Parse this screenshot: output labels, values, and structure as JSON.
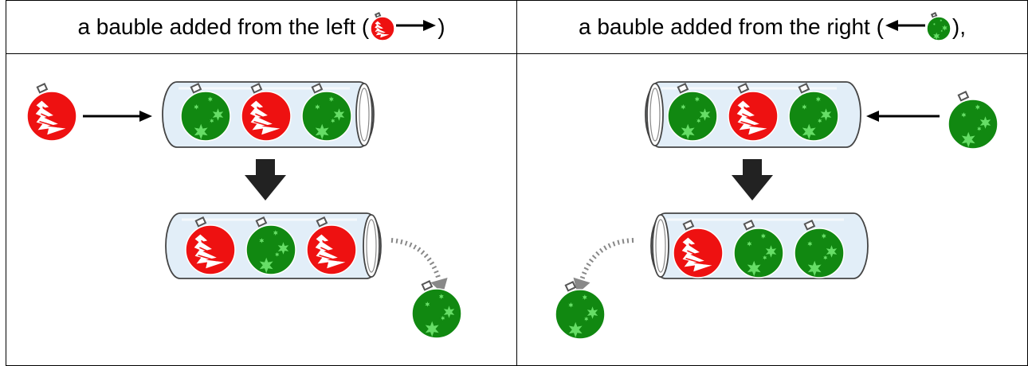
{
  "headers": {
    "left": {
      "prefix": "a bauble added from the left (",
      "suffix": ")"
    },
    "right": {
      "prefix": "a bauble added from the right (",
      "suffix": "),"
    }
  },
  "colors": {
    "red": "#ee1111",
    "green": "#118811",
    "star": "#66dd66",
    "tube_fill": "#e2eef8",
    "arrow": "#000000",
    "big_arrow": "#222222",
    "dotted_arrow": "#888888"
  },
  "panels": {
    "left": {
      "incoming": {
        "bauble": "red",
        "direction": "right"
      },
      "before": [
        "green",
        "red",
        "green"
      ],
      "after": [
        "red",
        "green",
        "red"
      ],
      "ejected": {
        "bauble": "green",
        "side": "right"
      }
    },
    "right": {
      "incoming": {
        "bauble": "green",
        "direction": "left"
      },
      "before": [
        "green",
        "red",
        "green"
      ],
      "after": [
        "red",
        "green",
        "green"
      ],
      "ejected": {
        "bauble": "green",
        "side": "left"
      }
    }
  },
  "icons": {
    "red_bauble": "tree-bauble-icon",
    "green_bauble": "star-bauble-icon",
    "arrow_right": "arrow-right-icon",
    "arrow_left": "arrow-left-icon",
    "arrow_down": "big-down-arrow-icon",
    "dotted_arrow": "dotted-curved-arrow-icon"
  }
}
